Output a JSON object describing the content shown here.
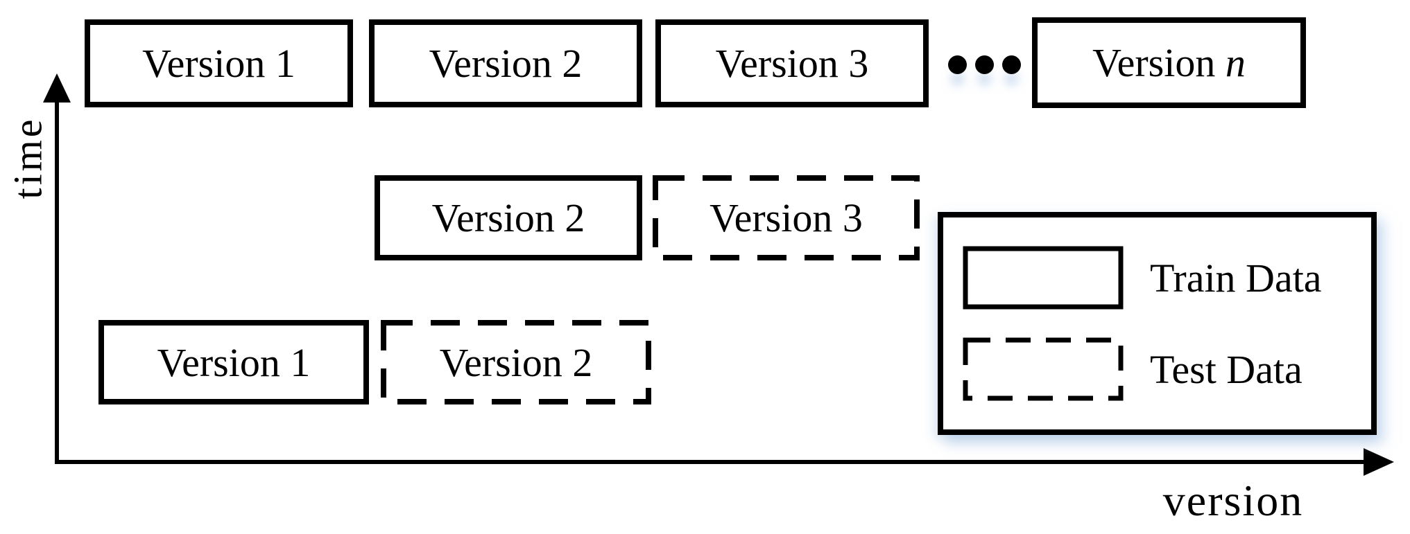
{
  "figure": {
    "y_axis_label": "time",
    "x_axis_label": "version"
  },
  "boxes": {
    "top": [
      {
        "label": "Version 1",
        "style": "train"
      },
      {
        "label": "Version 2",
        "style": "train"
      },
      {
        "label": "Version 3",
        "style": "train"
      },
      {
        "prefix": "Version ",
        "suffix": "n",
        "style": "train"
      }
    ],
    "middle": [
      {
        "label": "Version 2",
        "style": "train"
      },
      {
        "label": "Version 3",
        "style": "test"
      }
    ],
    "bottom": [
      {
        "label": "Version 1",
        "style": "train"
      },
      {
        "label": "Version 2",
        "style": "test"
      }
    ]
  },
  "ellipsis": {
    "dot_count": 3
  },
  "legend": {
    "items": [
      {
        "label": "Train Data",
        "swatch": "solid"
      },
      {
        "label": "Test Data",
        "swatch": "dashed"
      }
    ]
  },
  "colors": {
    "ink": "#000000",
    "paper": "#ffffff"
  }
}
